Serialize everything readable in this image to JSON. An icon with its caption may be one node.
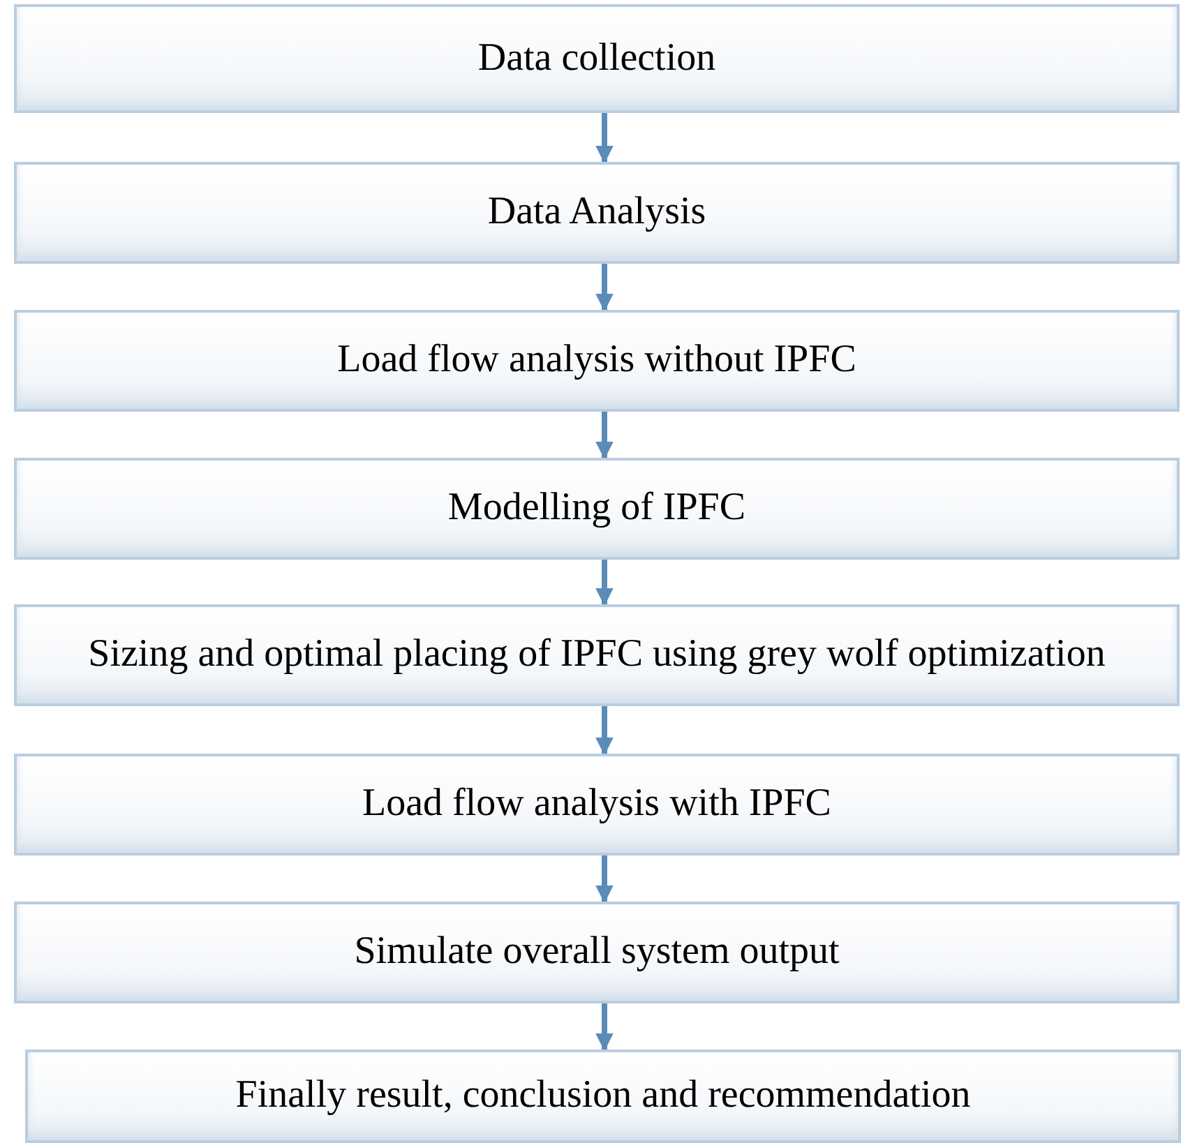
{
  "diagram": {
    "nodes": [
      {
        "text": [
          "Data collection"
        ]
      },
      {
        "text": [
          "Data Analysis"
        ]
      },
      {
        "text": [
          "Load flow analysis without IPFC"
        ]
      },
      {
        "text": [
          "Modelling of IPFC"
        ]
      },
      {
        "text": [
          "Sizing and optimal placing of IPFC using grey wolf optimization"
        ]
      },
      {
        "text": [
          "Load flow analysis with IPFC"
        ]
      },
      {
        "text": [
          "Simulate overall system output"
        ]
      },
      {
        "text": [
          "Finally result, conclusion and recommendation"
        ]
      }
    ],
    "edges": [
      {
        "from": 0,
        "to": 1,
        "arrow": "to"
      },
      {
        "from": 1,
        "to": 2,
        "arrow": "to"
      },
      {
        "from": 2,
        "to": 3,
        "arrow": "to"
      },
      {
        "from": 3,
        "to": 4,
        "arrow": "to"
      },
      {
        "from": 4,
        "to": 5,
        "arrow": "to"
      },
      {
        "from": 5,
        "to": 6,
        "arrow": "to"
      },
      {
        "from": 6,
        "to": 7,
        "arrow": "to"
      }
    ]
  }
}
